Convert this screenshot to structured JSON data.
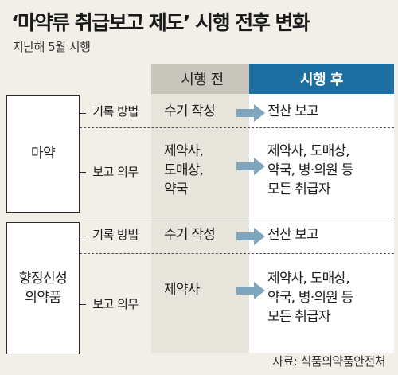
{
  "title": "‘마약류 취급보고 제도’ 시행 전후 변화",
  "subtitle": "지난해 5월 시행",
  "columns": {
    "before": "시행 전",
    "after": "시행 후"
  },
  "groups": [
    {
      "label_lines": [
        "마약"
      ],
      "rows": [
        {
          "label": "기록 방법",
          "before_lines": [
            "수기 작성"
          ],
          "after_lines": [
            "전산 보고"
          ]
        },
        {
          "label": "보고 의무",
          "before_lines": [
            "제약사,",
            "도매상,",
            "약국"
          ],
          "after_lines": [
            "제약사, 도매상,",
            "약국, 병·의원 등",
            "모든 취급자"
          ]
        }
      ]
    },
    {
      "label_lines": [
        "향정신성",
        "의약품"
      ],
      "rows": [
        {
          "label": "기록 방법",
          "before_lines": [
            "수기 작성"
          ],
          "after_lines": [
            "전산 보고"
          ]
        },
        {
          "label": "보고 의무",
          "before_lines": [
            "제약사"
          ],
          "after_lines": [
            "제약사, 도매상,",
            "약국, 병·의원 등",
            "모든 취급자"
          ]
        }
      ]
    }
  ],
  "source": "자료: 식품의약품안전처",
  "colors": {
    "accent": "#1c6fa0",
    "arrow": "#7fa6bd",
    "before_header": "#c9c6bd",
    "background": "#f2efe8"
  },
  "icons": {
    "arrow": "arrow-right-icon"
  }
}
